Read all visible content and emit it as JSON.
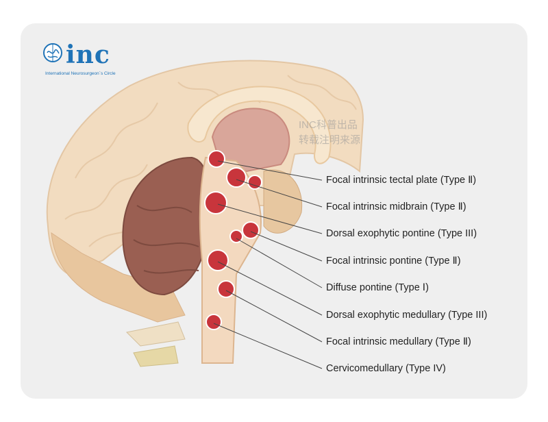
{
  "brand": {
    "logo_text": "inc",
    "logo_subtitle": "International  Neurosurgeon`s  Circle",
    "logo_icon": "brain-icon",
    "color": "#1f73b7"
  },
  "watermark": {
    "line1": "INC科普出品",
    "line2": "转载注明来源"
  },
  "labels": [
    "Focal intrinsic tectal plate (Type Ⅱ)",
    "Focal intrinsic midbrain (Type Ⅱ)",
    "Dorsal exophytic pontine (Type III)",
    "Focal intrinsic pontine (Type Ⅱ)",
    "Diffuse pontine (Type Ⅰ)",
    "Dorsal exophytic medullary (Type III)",
    "Focal intrinsic medullary (Type Ⅱ)",
    "Cervicomedullary (Type IV)"
  ],
  "colors": {
    "background": "#efefef",
    "tumor": "#c8353c",
    "cerebrum": "#f2dcc0",
    "cerebellum": "#9a5f52"
  }
}
